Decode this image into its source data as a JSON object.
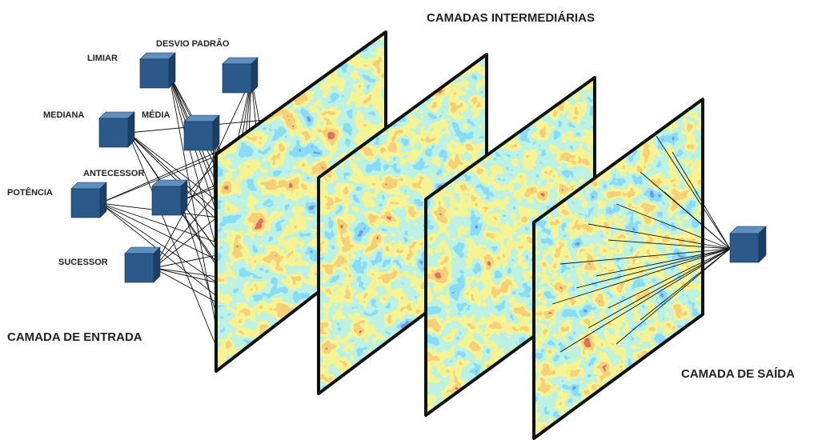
{
  "title": "CAMADAS INTERMEDIÁRIAS",
  "input_layer_label": "CAMADA DE ENTRADA",
  "output_layer_label": "CAMADA DE SAÍDA",
  "input_nodes": [
    {
      "id": "limiar",
      "label": "LIMIAR"
    },
    {
      "id": "desvio-padrao",
      "label": "DESVIO PADRÃO"
    },
    {
      "id": "mediana",
      "label": "MEDIANA"
    },
    {
      "id": "media",
      "label": "MÉDIA"
    },
    {
      "id": "antecessor",
      "label": "ANTECESSOR"
    },
    {
      "id": "potencia",
      "label": "POTÊNCIA"
    },
    {
      "id": "sucessor",
      "label": "SUCESSOR"
    }
  ],
  "colors": {
    "cube_front": "#2b5a8a",
    "cube_top": "#5d8fc0",
    "cube_side": "#1c3f66",
    "heatmap": [
      "#1a2b8f",
      "#2e4fd0",
      "#41b7e8",
      "#7fe3c4",
      "#e8e64a",
      "#e8a030",
      "#c8281c",
      "#8e1616"
    ]
  }
}
